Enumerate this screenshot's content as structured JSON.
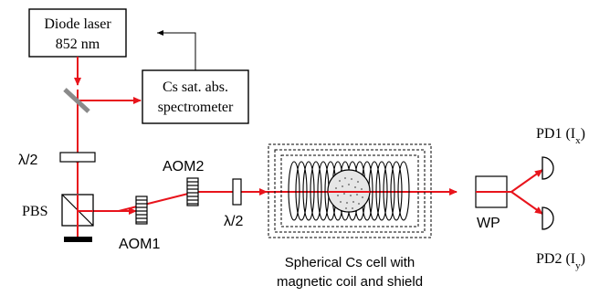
{
  "colors": {
    "beam": "#e8141c",
    "ink": "#000000",
    "mirror": "#8a8a8a"
  },
  "icons": {
    "laser_box": "rectangle",
    "spectrometer_box": "rectangle",
    "beam_mirror": "diagonal-mirror-icon",
    "waveplate": "rectangle-plate-icon",
    "pbs": "split-cube-icon",
    "beam_dump": "block-bar-icon",
    "aom": "hatched-crystal-icon",
    "cell": "dotted-sphere-icon",
    "coil": "loop-coil-icon",
    "shield": "dashed-box-icon",
    "wp": "prism-box-icon",
    "photodiode": "half-circle-detector-icon"
  },
  "labels": {
    "laser": [
      "Diode laser",
      "852 nm"
    ],
    "spectrometer": [
      "Cs  sat. abs.",
      "spectrometer"
    ],
    "lambda1": "λ/2",
    "pbs": "PBS",
    "aom1": "AOM1",
    "aom2": "AOM2",
    "lambda2": "λ/2",
    "cell": [
      "Spherical Cs cell with",
      "magnetic coil and  shield"
    ],
    "wp": "WP",
    "pd1": "PD1 (I",
    "pd1_sub": "x",
    "pd2": "PD2 (I",
    "pd2_sub": "y",
    "close_paren": ")"
  }
}
